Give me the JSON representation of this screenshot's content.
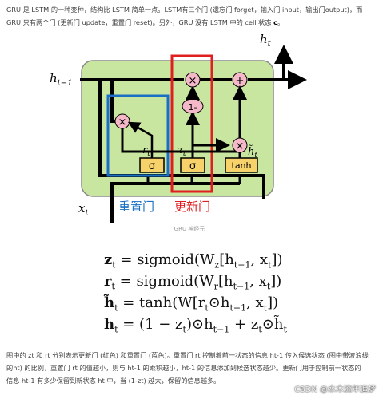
{
  "intro": {
    "line1": "GRU 是 LSTM 的一种变种，结构比 LSTM 简单一点。LSTM有三个门 (遗忘门 forget，输入门 input，输出门output)，而",
    "line2_pre": "GRU 只有两个门 (更新门 update，重置门 reset)。另外，GRU 没有 LSTM 中的 cell 状态 ",
    "line2_bold": "c",
    "line2_post": "。"
  },
  "diagram": {
    "label_h_prev": "h",
    "label_h_prev_sub": "t−1",
    "label_h_out": "h",
    "label_h_out_sub": "t",
    "label_x": "x",
    "label_x_sub": "t",
    "label_r": "r",
    "label_r_sub": "t",
    "label_z": "z",
    "label_z_sub": "t",
    "label_htilde": "h̃",
    "label_htilde_sub": "t",
    "sigma1": "σ",
    "sigma2": "σ",
    "tanh": "tanh",
    "one_minus": "1-",
    "mult": "×",
    "plus": "+",
    "reset_gate_label": "重置门",
    "update_gate_label": "更新门",
    "colors": {
      "reset": "#1a6fc4",
      "update": "#e02020",
      "cell_bg": "#c8e6a0",
      "op_fill": "#f4b8c8",
      "gate_fill": "#f7d26a"
    }
  },
  "caption": "GRU 神经元",
  "equations": [
    {
      "lhs": "z",
      "lhs_sub": "t",
      "rhs": "= sigmoid(W",
      "w_sub": "z",
      "rest": "[h",
      "h_sub": "t−1",
      "tail": ", x",
      "x_sub": "t",
      "end": "])"
    },
    {
      "lhs": "r",
      "lhs_sub": "t",
      "rhs": "= sigmoid(W",
      "w_sub": "r",
      "rest": "[h",
      "h_sub": "t−1",
      "tail": ", x",
      "x_sub": "t",
      "end": "])"
    },
    {
      "lhs": "h̃",
      "lhs_sub": "t",
      "rhs": "= tanh(W[r",
      "r_sub": "t",
      "rest": "⊙h",
      "h_sub": "t−1",
      "tail": ", x",
      "x_sub": "t",
      "end": "])"
    },
    {
      "lhs": "h",
      "lhs_sub": "t",
      "rhs": "= (1 − z",
      "z_sub": "t",
      "rest": ")⊙h",
      "h_sub": "t−1",
      "tail": " + z",
      "z2_sub": "t",
      "end": "⊙h̃",
      "end_sub": "t"
    }
  ],
  "outro": {
    "line1": "图中的 zt 和 rt 分别表示更新门 (红色) 和重置门 (蓝色)。重置门 rt 控制着前一状态的信息 ht-1 传入候选状态 (图中带波浪线",
    "line2": "的ht) 的比例，重置门 rt 的值越小，则与 ht-1 的乘积越小，ht-1 的信息添加到候选状态越少。更新门用于控制前一状态的",
    "line3": "信息 ht-1 有多少保留到新状态 ht 中，当 (1-zt) 越大，保留的信息越多。"
  },
  "watermark": "CSDN @水木流年追梦"
}
